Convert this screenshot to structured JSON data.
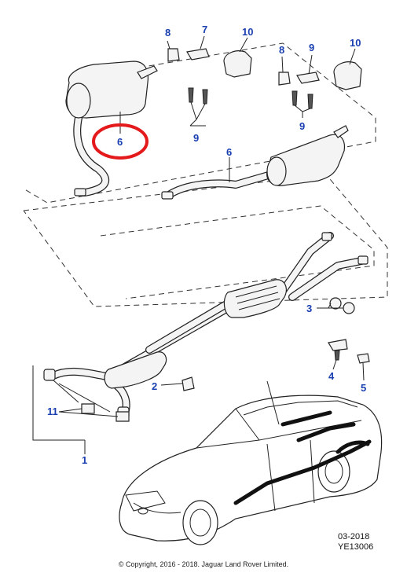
{
  "callouts": {
    "c1": "1",
    "c2": "2",
    "c3": "3",
    "c4": "4",
    "c5": "5",
    "c6_highlight": "6",
    "c6_rear": "6",
    "c7": "7",
    "c8_left": "8",
    "c8_right": "8",
    "c9_left": "9",
    "c9_right": "9",
    "c10_left": "10",
    "c10_right": "10",
    "c11": "11"
  },
  "highlight": {
    "color": "#e3191c",
    "target_callout": "6"
  },
  "colors": {
    "callout": "#1a3fb0",
    "line": "#222222"
  },
  "footer": {
    "date": "03-2018",
    "ref": "YE13006",
    "copyright": "© Copyright, 2016 - 2018. Jaguar Land Rover Limited."
  }
}
